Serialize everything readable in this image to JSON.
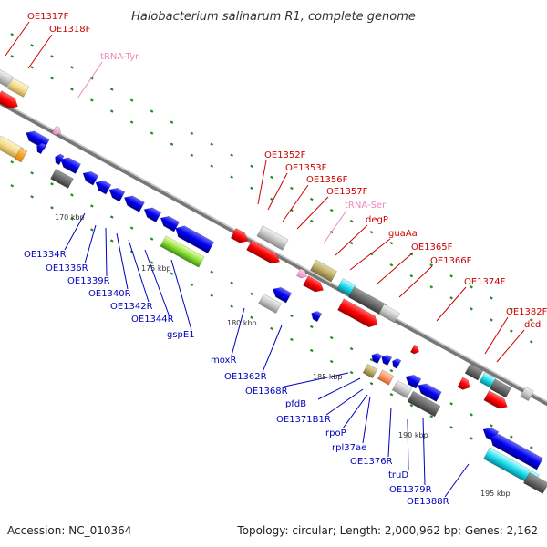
{
  "title": "Halobacterium salinarum R1, complete genome",
  "footer": {
    "accession": "Accession: NC_010364",
    "topology": "Topology: circular; Length: 2,000,962 bp; Genes: 2,162"
  },
  "colors": {
    "forward_label": "#cc0000",
    "reverse_label": "#0000bb",
    "trna_label": "#ee88bb",
    "forward_gene": "#ff0000",
    "reverse_gene": "#0000ee",
    "tick_dash": "#228B22",
    "backbone": "#888888"
  },
  "ticks": [
    "170 kbp",
    "175 kbp",
    "180 kbp",
    "185 kbp",
    "190 kbp",
    "195 kbp"
  ],
  "labels": {
    "oe1317f": "OE1317F",
    "oe1318f": "OE1318F",
    "trna_tyr": "tRNA-Tyr",
    "oe1352f": "OE1352F",
    "oe1353f": "OE1353F",
    "oe1356f": "OE1356F",
    "oe1357f": "OE1357F",
    "trna_ser": "tRNA-Ser",
    "degp": "degP",
    "guaaa": "guaAa",
    "oe1365f": "OE1365F",
    "oe1366f": "OE1366F",
    "oe1374f": "OE1374F",
    "oe1382f": "OE1382F",
    "dcd": "dcd",
    "oe1334r": "OE1334R",
    "oe1336r": "OE1336R",
    "oe1339r": "OE1339R",
    "oe1340r": "OE1340R",
    "oe1342r": "OE1342R",
    "oe1344r": "OE1344R",
    "gspe1": "gspE1",
    "moxr": "moxR",
    "oe1362r": "OE1362R",
    "oe1368r": "OE1368R",
    "pfdb": "pfdB",
    "oe1371b1r": "OE1371B1R",
    "rpop": "rpoP",
    "rpl37ae": "rpl37ae",
    "oe1376r": "OE1376R",
    "trud": "truD",
    "oe1379r": "OE1379R",
    "oe1388r": "OE1388R"
  }
}
